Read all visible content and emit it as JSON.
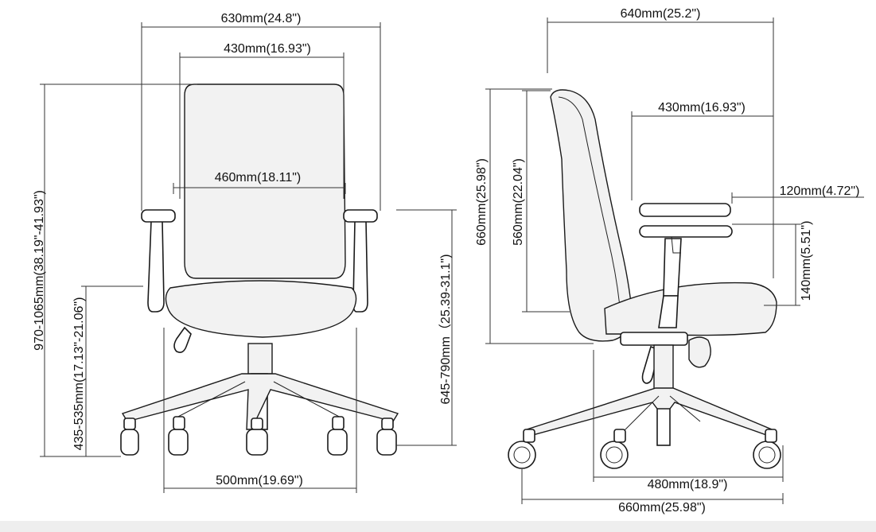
{
  "labels": {
    "front_overall_width": "630mm(24.8\")",
    "front_back_width": "430mm(16.93\")",
    "front_seat_width": "460mm(18.11\")",
    "front_total_height": "970-1065mm(38.19\"-41.93\")",
    "front_seat_height": "435-535mm(17.13\"-21.06\")",
    "front_armrest_height": "645-790mm（25.39-31.1\")",
    "front_base_width": "500mm(19.69\")",
    "side_overall_depth": "640mm(25.2\")",
    "side_seat_depth": "430mm(16.93\")",
    "side_arm_adjust": "120mm(4.72\")",
    "side_arm_height": "140mm(5.51\")",
    "side_back_height_outer": "660mm(25.98\")",
    "side_back_height_inner": "560mm(22.04\")",
    "side_base_depth": "480mm(18.9\")",
    "side_base_total": "660mm(25.98\")"
  }
}
